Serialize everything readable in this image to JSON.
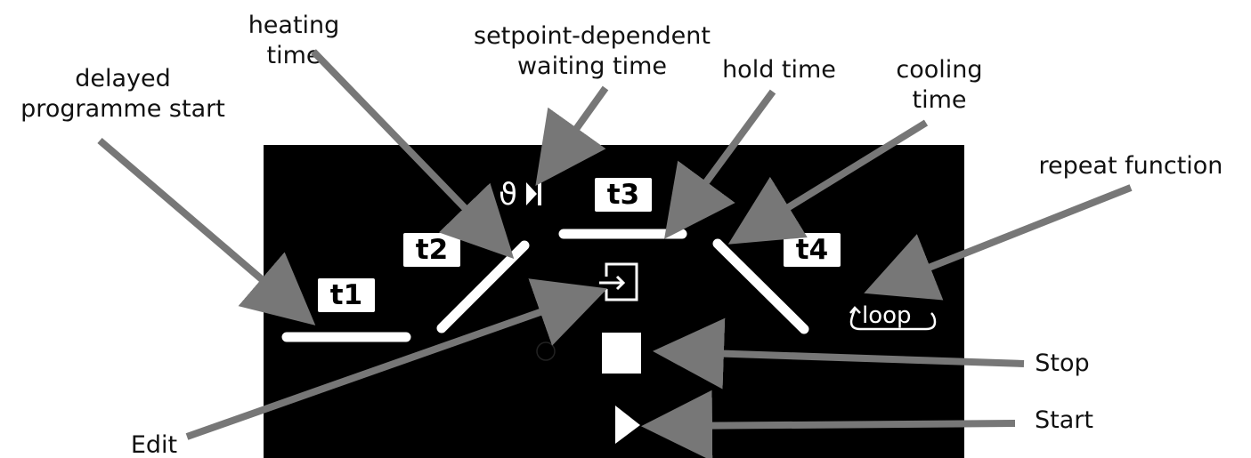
{
  "callouts": {
    "delayed_start": [
      "delayed",
      "programme start"
    ],
    "heating_time": [
      "heating",
      "time"
    ],
    "waiting_time": [
      "setpoint-dependent",
      "waiting time"
    ],
    "hold_time": "hold time",
    "cooling_time": [
      "cooling",
      "time"
    ],
    "repeat_function": "repeat function",
    "stop": "Stop",
    "start": "Start",
    "edit": "Edit"
  },
  "display": {
    "t1": "t1",
    "t2": "t2",
    "t3": "t3",
    "t4": "t4",
    "loop": "loop",
    "waiting_symbol": "ϑ"
  },
  "colors": {
    "panel": "#000000",
    "arrow": "#777777",
    "segment": "#ffffff"
  }
}
